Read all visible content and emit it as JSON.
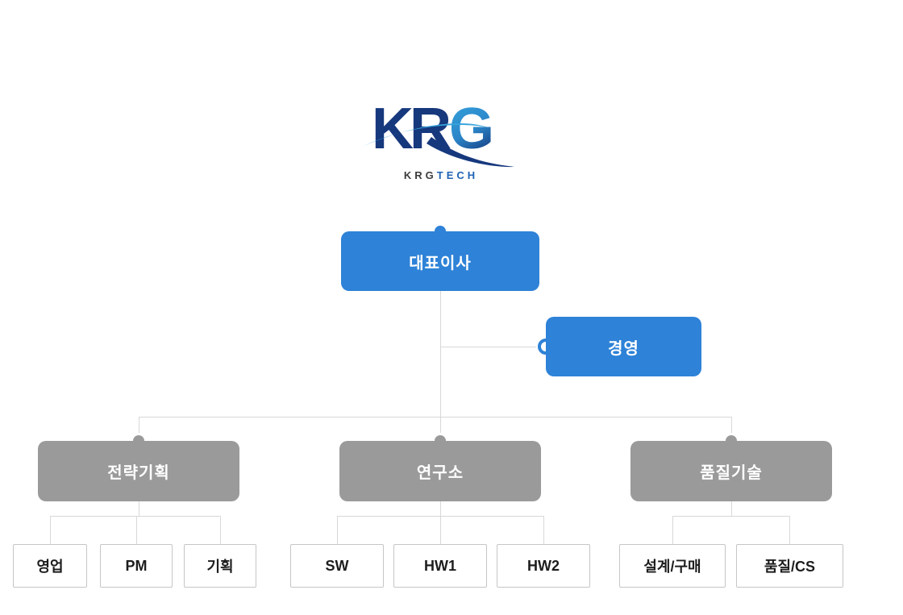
{
  "logo": {
    "wordmark_kr": "KR",
    "wordmark_g": "G",
    "sub_left": "KRG",
    "sub_right": "TECH"
  },
  "colors": {
    "primary_blue": "#2e82d7",
    "division_gray": "#9a9a9a",
    "connector_gray": "#d8d8d8",
    "logo_navy": "#16387d",
    "logo_light_blue": "#35a3dc",
    "logo_tech_blue": "#2063b4",
    "leaf_border": "#c6c6c6"
  },
  "chart": {
    "root": {
      "label": "대표이사"
    },
    "staff": {
      "label": "경영"
    },
    "divisions": [
      {
        "label": "전략기획",
        "children": [
          {
            "label": "영업"
          },
          {
            "label": "PM"
          },
          {
            "label": "기획"
          }
        ]
      },
      {
        "label": "연구소",
        "children": [
          {
            "label": "SW"
          },
          {
            "label": "HW1"
          },
          {
            "label": "HW2"
          }
        ]
      },
      {
        "label": "품질기술",
        "children": [
          {
            "label": "설계/구매"
          },
          {
            "label": "품질/CS"
          }
        ]
      }
    ]
  }
}
